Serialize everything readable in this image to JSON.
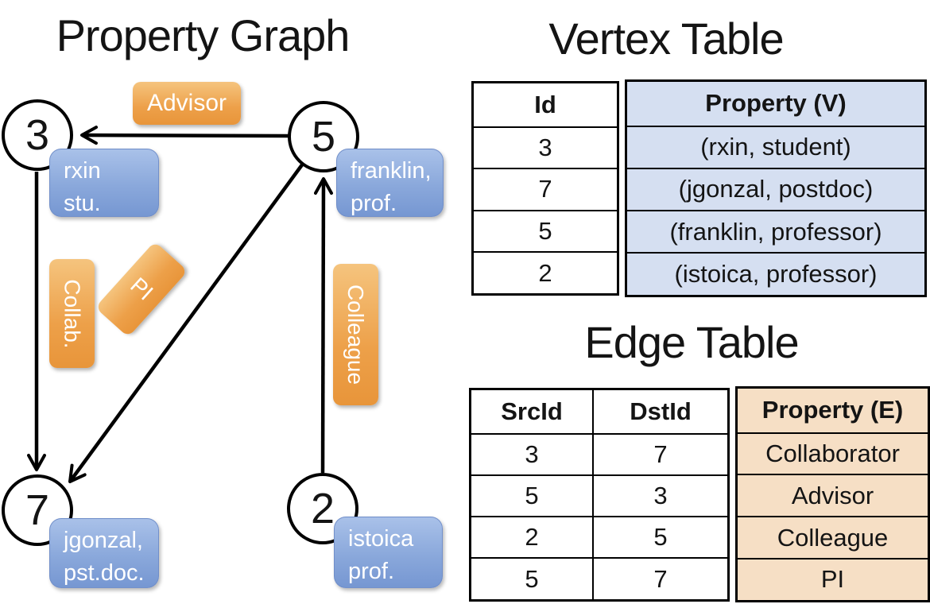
{
  "graph": {
    "title": "Property Graph",
    "vertices": [
      {
        "id": "3",
        "prop_line1": "rxin",
        "prop_line2": "stu."
      },
      {
        "id": "5",
        "prop_line1": "franklin,",
        "prop_line2": "prof."
      },
      {
        "id": "7",
        "prop_line1": "jgonzal,",
        "prop_line2": "pst.doc."
      },
      {
        "id": "2",
        "prop_line1": "istoica",
        "prop_line2": "prof."
      }
    ],
    "edge_labels": {
      "advisor": "Advisor",
      "collab": "Collab.",
      "pi": "PI",
      "colleague": "Colleague"
    }
  },
  "vertex_table": {
    "title": "Vertex Table",
    "columns": {
      "id": "Id",
      "property": "Property (V)"
    },
    "rows": [
      {
        "id": "3",
        "property": "(rxin, student)"
      },
      {
        "id": "7",
        "property": "(jgonzal, postdoc)"
      },
      {
        "id": "5",
        "property": "(franklin, professor)"
      },
      {
        "id": "2",
        "property": "(istoica, professor)"
      }
    ]
  },
  "edge_table": {
    "title": "Edge Table",
    "columns": {
      "src": "SrcId",
      "dst": "DstId",
      "property": "Property (E)"
    },
    "rows": [
      {
        "src": "3",
        "dst": "7",
        "property": "Collaborator"
      },
      {
        "src": "5",
        "dst": "3",
        "property": "Advisor"
      },
      {
        "src": "2",
        "dst": "5",
        "property": "Colleague"
      },
      {
        "src": "5",
        "dst": "7",
        "property": "PI"
      }
    ]
  },
  "colors": {
    "edge_label_fill_top": "#f5c47e",
    "edge_label_fill_bottom": "#e8953a",
    "vertex_card_fill_top": "#a9c1e9",
    "vertex_card_fill_bottom": "#7697d2",
    "vertex_table_property_fill": "#d5dff1",
    "edge_table_property_fill": "#f6dfc5",
    "line_color": "#000000"
  }
}
